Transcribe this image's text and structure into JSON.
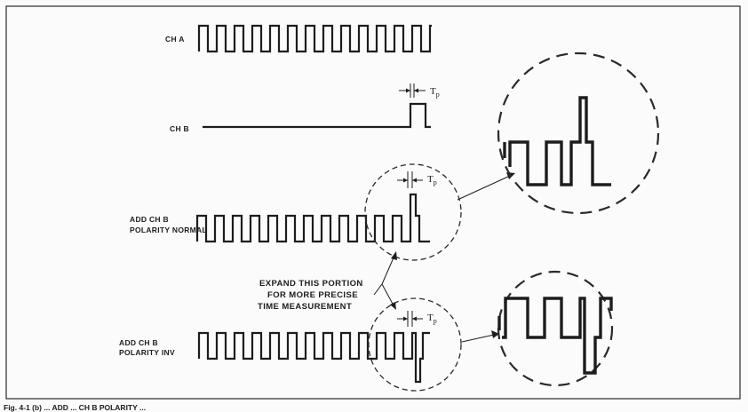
{
  "labels": {
    "ch_a": "CH A",
    "ch_b": "CH B",
    "add_normal_line1": "ADD CH B",
    "add_normal_line2": "POLARITY NORMAL",
    "add_inv_line1": "ADD CH B",
    "add_inv_line2": "POLARITY INV"
  },
  "annotation": {
    "line1": "EXPAND THIS PORTION",
    "line2": "FOR MORE PRECISE",
    "line3": "TIME MEASUREMENT"
  },
  "marker": {
    "symbol": "T",
    "subscript": "p"
  },
  "caption": "Fig. 4-1 (b) ... ADD ... CH B POLARITY ..."
}
